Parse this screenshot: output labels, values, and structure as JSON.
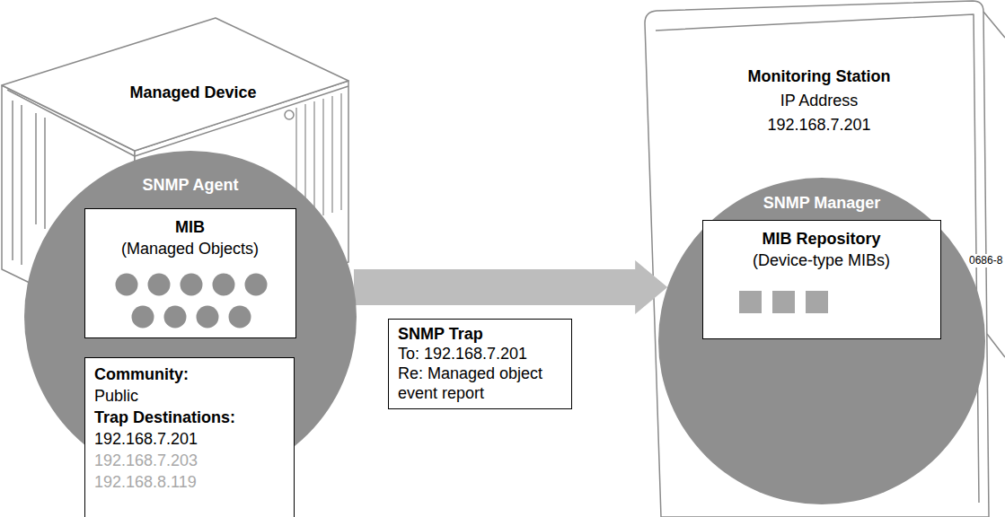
{
  "diagram": {
    "nodes": [
      {
        "text": [
          "Managed Device"
        ]
      },
      {
        "text": [
          "SNMP Agent"
        ]
      },
      {
        "text": [
          "MIB",
          "(Managed Objects)"
        ],
        "in": 1
      },
      {
        "text": [
          "Community:",
          "Public",
          "Trap Destinations:",
          "192.168.7.201",
          "192.168.7.203",
          "192.168.8.119"
        ],
        "in": 1
      },
      {
        "text": [
          "SNMP Trap",
          "To: 192.168.7.201",
          "Re: Managed object event report"
        ]
      },
      {
        "text": [
          "Monitoring Station",
          "IP Address",
          "192.168.7.201"
        ]
      },
      {
        "text": [
          "SNMP Manager"
        ]
      },
      {
        "text": [
          "MIB Repository",
          "(Device-type MIBs)"
        ],
        "in": 6
      }
    ],
    "edges": [
      {
        "from": 1,
        "to": 6,
        "arrow": "to"
      }
    ],
    "labels": [
      "0686-8"
    ]
  }
}
